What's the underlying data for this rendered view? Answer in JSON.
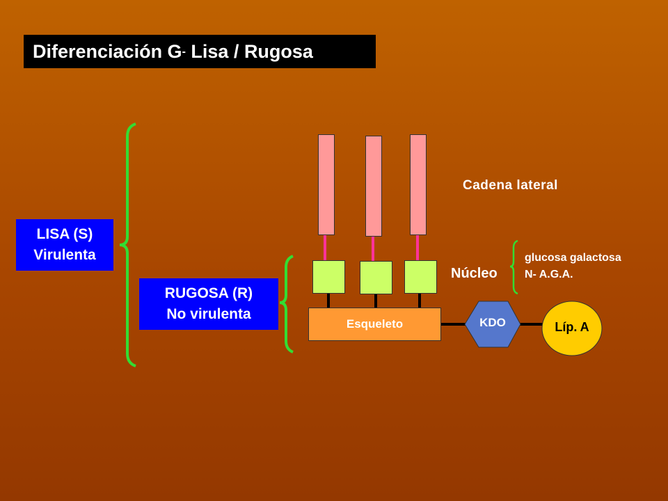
{
  "title": {
    "main": "Diferenciación G",
    "superscript": "-",
    "rest": " Lisa / Rugosa"
  },
  "lisa": {
    "line1": "LISA (S)",
    "line2": "Virulenta"
  },
  "rugosa": {
    "line1": "RUGOSA (R)",
    "line2": "No virulenta"
  },
  "labels": {
    "cadena": "Cadena lateral",
    "nucleo": "Núcleo",
    "nucleo_line1": "glucosa galactosa",
    "nucleo_line2": "N- A.G.A.",
    "esqueleto": "Esqueleto",
    "kdo": "KDO",
    "lipa": "Líp. A"
  },
  "colors": {
    "title_bg": "#000000",
    "box_blue": "#0000ff",
    "brace_green": "#33dd33",
    "chain_pink": "#ff9999",
    "link_magenta": "#ff3399",
    "core_green": "#ccff66",
    "esqueleto_orange": "#ff9933",
    "kdo_blue": "#5577cc",
    "lipa_yellow": "#ffcc00"
  }
}
